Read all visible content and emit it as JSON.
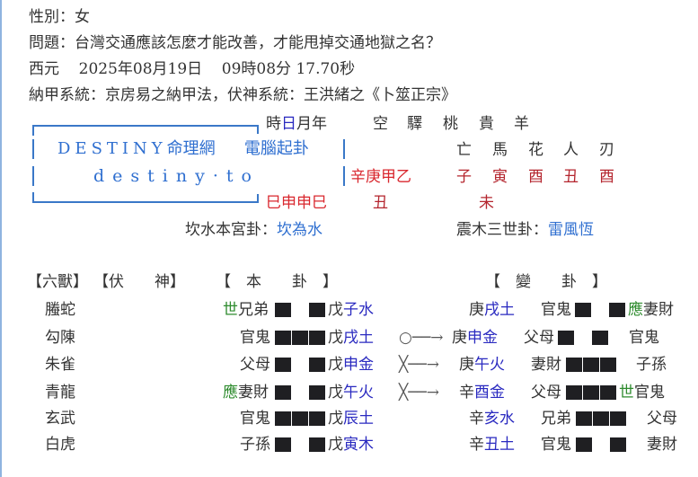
{
  "colors": {
    "brand_blue": "#2f6fd0",
    "branch_navy": "#2a2ac0",
    "stem_red": "#d9272e",
    "branch_dark_red": "#b4252e",
    "shi_ying_green": "#2e8b2e",
    "yao_black": "#1f1f22",
    "page_border": "#8fb4e0"
  },
  "header": {
    "gender": "性別：女",
    "question": "問題：台灣交通應該怎麼才能改善，才能甩掉交通地獄之名？",
    "date_prefix": "西元",
    "date": "2025年08月19日",
    "time": "09時08分 17.70秒",
    "system": "納甲系統：京房易之納甲法，伏神系統：王洪緒之《卜筮正宗》"
  },
  "brand": {
    "line1_en": "DESTINY",
    "line1_cn": "命理網",
    "line1_tag": "電腦起卦",
    "line2": "destiny·to"
  },
  "pillars": {
    "label_pre": "時",
    "label_day": "日",
    "label_post": "月年",
    "stems": "辛庚甲乙",
    "branches": "巳申申巳"
  },
  "shensha": {
    "headers_top": [
      "空",
      "驛",
      "桃",
      "貴",
      "羊"
    ],
    "headers_bottom": [
      "亡",
      "馬",
      "花",
      "人",
      "刃"
    ],
    "values": [
      "子",
      "寅",
      "酉",
      "丑",
      "酉"
    ],
    "kong_wang": [
      "丑",
      "未"
    ]
  },
  "gua_names": {
    "ben_label": "坎水本宮卦：",
    "ben_name": "坎為水",
    "bian_label": "震木三世卦：",
    "bian_name": "雷風恆"
  },
  "table_headers": {
    "liushou": "【六獸】",
    "fushen": "【伏　　神】",
    "ben": "【　本　　卦　】",
    "bian": "【　變　　卦　】"
  },
  "rows": [
    {
      "beast": "螣蛇",
      "ben_mark": "世",
      "ben_rel": "兄弟",
      "ben_yao": "yin",
      "ben_stem": "戊",
      "ben_branch": "子水",
      "move": "",
      "bian_stem": "庚",
      "bian_branch": "戌土",
      "bian_rel": "官鬼",
      "bian_yao": "yin",
      "bian_mark": "應",
      "bian_rel2": "妻財"
    },
    {
      "beast": "勾陳",
      "ben_mark": "",
      "ben_rel": "官鬼",
      "ben_yao": "yang",
      "ben_stem": "戊",
      "ben_branch": "戌土",
      "move": "○──→",
      "bian_stem": "庚",
      "bian_branch": "申金",
      "bian_rel": "父母",
      "bian_yao": "yin",
      "bian_mark": "",
      "bian_rel2": "官鬼"
    },
    {
      "beast": "朱雀",
      "ben_mark": "",
      "ben_rel": "父母",
      "ben_yao": "yin",
      "ben_stem": "戊",
      "ben_branch": "申金",
      "move": "╳──→",
      "bian_stem": "庚",
      "bian_branch": "午火",
      "bian_rel": "妻財",
      "bian_yao": "yang",
      "bian_mark": "",
      "bian_rel2": "子孫"
    },
    {
      "beast": "青龍",
      "ben_mark": "應",
      "ben_rel": "妻財",
      "ben_yao": "yin",
      "ben_stem": "戊",
      "ben_branch": "午火",
      "move": "╳──→",
      "bian_stem": "辛",
      "bian_branch": "酉金",
      "bian_rel": "父母",
      "bian_yao": "yang",
      "bian_mark": "世",
      "bian_rel2": "官鬼"
    },
    {
      "beast": "玄武",
      "ben_mark": "",
      "ben_rel": "官鬼",
      "ben_yao": "yang",
      "ben_stem": "戊",
      "ben_branch": "辰土",
      "move": "",
      "bian_stem": "辛",
      "bian_branch": "亥水",
      "bian_rel": "兄弟",
      "bian_yao": "yang",
      "bian_mark": "",
      "bian_rel2": "父母"
    },
    {
      "beast": "白虎",
      "ben_mark": "",
      "ben_rel": "子孫",
      "ben_yao": "yin",
      "ben_stem": "戊",
      "ben_branch": "寅木",
      "move": "",
      "bian_stem": "辛",
      "bian_branch": "丑土",
      "bian_rel": "官鬼",
      "bian_yao": "yin",
      "bian_mark": "",
      "bian_rel2": "妻財"
    }
  ]
}
